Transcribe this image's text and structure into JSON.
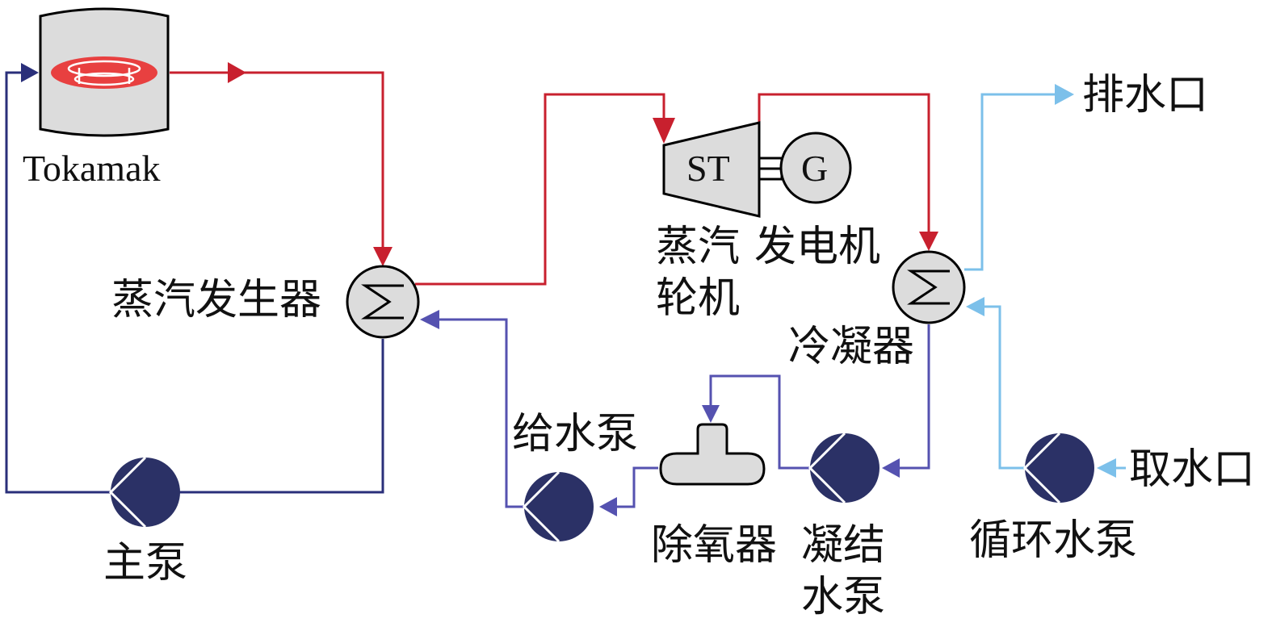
{
  "labels": {
    "tokamak": "Tokamak",
    "steam_generator": "蒸汽发生器",
    "main_pump": "主泵",
    "turbine_line1": "蒸汽",
    "turbine_line2": "轮机",
    "generator": "发电机",
    "turbine_inner": "ST",
    "generator_inner": "G",
    "condenser": "冷凝器",
    "outlet": "排水口",
    "inlet": "取水口",
    "feed_pump": "给水泵",
    "deaerator": "除氧器",
    "condensate_pump_line1": "凝结",
    "condensate_pump_line2": "水泵",
    "circulating_pump": "循环水泵"
  },
  "colors": {
    "primary_hot": "#c8202e",
    "primary_cold": "#2a2f7a",
    "secondary_loop": "#5552b0",
    "cooling_water": "#7cc0ea",
    "pump_fill": "#2b3166",
    "equipment_fill": "#dcdcdc",
    "plasma": "#e84040"
  }
}
